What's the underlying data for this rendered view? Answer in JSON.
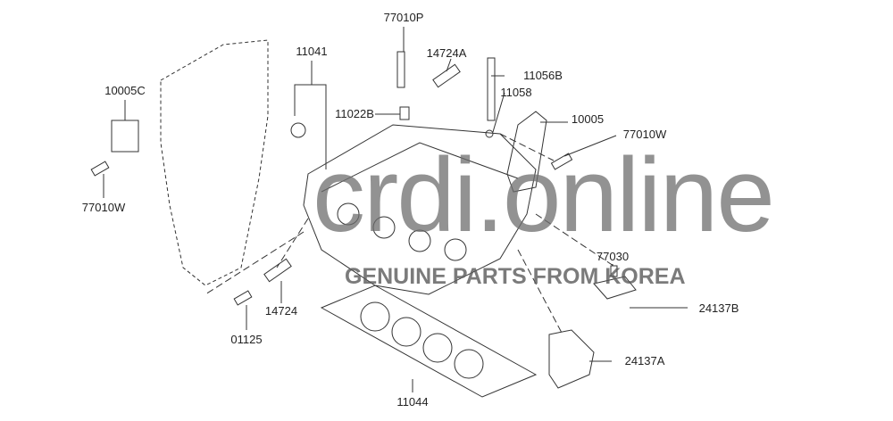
{
  "diagram": {
    "part_labels": [
      {
        "id": "p1",
        "text": "77010P"
      },
      {
        "id": "p2",
        "text": "14724A"
      },
      {
        "id": "p3",
        "text": "11041"
      },
      {
        "id": "p4",
        "text": "11056B"
      },
      {
        "id": "p5",
        "text": "11058"
      },
      {
        "id": "p6",
        "text": "10005C"
      },
      {
        "id": "p7",
        "text": "11022B"
      },
      {
        "id": "p8",
        "text": "10005"
      },
      {
        "id": "p9",
        "text": "77010W"
      },
      {
        "id": "p10",
        "text": "77010W"
      },
      {
        "id": "p11",
        "text": "77030"
      },
      {
        "id": "p12",
        "text": "24137B"
      },
      {
        "id": "p13",
        "text": "14724"
      },
      {
        "id": "p14",
        "text": "01125"
      },
      {
        "id": "p15",
        "text": "24137A"
      },
      {
        "id": "p16",
        "text": "11044"
      }
    ]
  },
  "watermark": {
    "site": "crdi.online",
    "tagline": "GENUINE PARTS FROM KOREA"
  },
  "colors": {
    "line": "#333333",
    "watermark": "#6e6e6e"
  }
}
